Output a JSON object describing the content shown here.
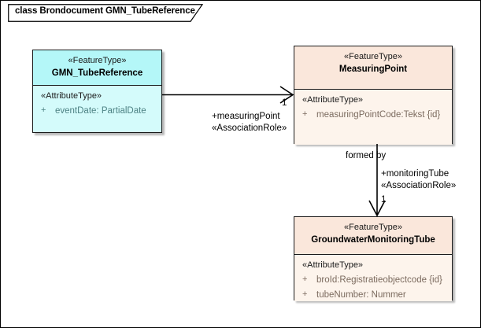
{
  "diagram": {
    "tab_title": "class Brondocument GMN_TubeReference",
    "background": "#ffffff",
    "border_color": "#000000"
  },
  "colors": {
    "cyan_header": "#b4f7f8",
    "cyan_body": "#d4fbfb",
    "peach_header": "#fae7db",
    "peach_body": "#fdf4ec",
    "line": "#000000",
    "cyan_text": "#4d8284",
    "peach_text": "#7b6a5e"
  },
  "classes": [
    {
      "id": "gmn-tubereference",
      "stereotype": "«FeatureType»",
      "name": "GMN_TubeReference",
      "attr_stereotype": "«AttributeType»",
      "attributes": [
        {
          "visibility": "+",
          "text": "eventDate: PartialDate"
        }
      ]
    },
    {
      "id": "measuringpoint",
      "stereotype": "«FeatureType»",
      "name": "MeasuringPoint",
      "attr_stereotype": "«AttributeType»",
      "attributes": [
        {
          "visibility": "+",
          "text": "measuringPointCode:Tekst {id}"
        }
      ]
    },
    {
      "id": "groundwatermonitoringtube",
      "stereotype": "«FeatureType»",
      "name": "GroundwaterMonitoringTube",
      "attr_stereotype": "«AttributeType»",
      "attributes": [
        {
          "visibility": "+",
          "text": "broId:Registratieobjectcode {id}"
        },
        {
          "visibility": "+",
          "text": "tubeNumber: Nummer"
        }
      ]
    }
  ],
  "associations": [
    {
      "id": "assoc-measuringpoint",
      "source": "gmn-tubereference",
      "target": "measuringpoint",
      "role_name": "+measuringPoint",
      "role_stereotype": "«AssociationRole»",
      "target_multiplicity": "1",
      "name": ""
    },
    {
      "id": "assoc-monitoringtube",
      "source": "measuringpoint",
      "target": "groundwatermonitoringtube",
      "name": "formed by",
      "role_name": "+monitoringTube",
      "role_stereotype": "«AssociationRole»",
      "target_multiplicity": "1"
    }
  ]
}
